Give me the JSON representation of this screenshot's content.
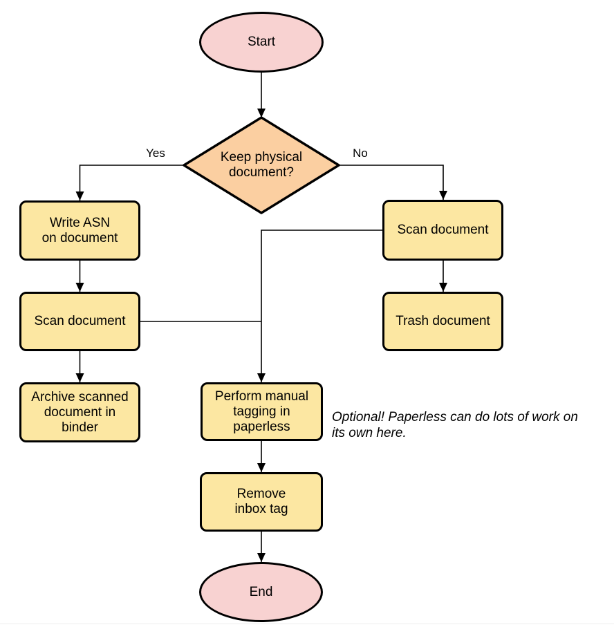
{
  "diagram_type": "flowchart",
  "colors": {
    "terminator_fill": "#F8D2D1",
    "decision_fill": "#FBCFA1",
    "process_fill": "#FCE7A2",
    "stroke": "#000000"
  },
  "nodes": {
    "start": {
      "label": "Start",
      "shape": "ellipse"
    },
    "decision": {
      "label": "Keep physical\ndocument?",
      "shape": "diamond"
    },
    "write_asn": {
      "label": "Write ASN\non document",
      "shape": "rect"
    },
    "scan_left": {
      "label": "Scan document",
      "shape": "rect"
    },
    "archive": {
      "label": "Archive scanned\ndocument in\nbinder",
      "shape": "rect"
    },
    "scan_right": {
      "label": "Scan document",
      "shape": "rect"
    },
    "trash": {
      "label": "Trash document",
      "shape": "rect"
    },
    "tagging": {
      "label": "Perform manual\ntagging in\npaperless",
      "shape": "rect"
    },
    "remove_inbox": {
      "label": "Remove\ninbox tag",
      "shape": "rect"
    },
    "end": {
      "label": "End",
      "shape": "ellipse"
    }
  },
  "edge_labels": {
    "yes": "Yes",
    "no": "No"
  },
  "edges": [
    {
      "from": "start",
      "to": "decision"
    },
    {
      "from": "decision",
      "to": "write_asn",
      "label": "Yes"
    },
    {
      "from": "decision",
      "to": "scan_right",
      "label": "No"
    },
    {
      "from": "write_asn",
      "to": "scan_left"
    },
    {
      "from": "scan_left",
      "to": "archive"
    },
    {
      "from": "scan_left",
      "to": "tagging"
    },
    {
      "from": "scan_right",
      "to": "trash"
    },
    {
      "from": "scan_right",
      "to": "tagging"
    },
    {
      "from": "tagging",
      "to": "remove_inbox"
    },
    {
      "from": "remove_inbox",
      "to": "end"
    }
  ],
  "annotation": {
    "text": "Optional! Paperless can do lots of work on\nits own here."
  }
}
